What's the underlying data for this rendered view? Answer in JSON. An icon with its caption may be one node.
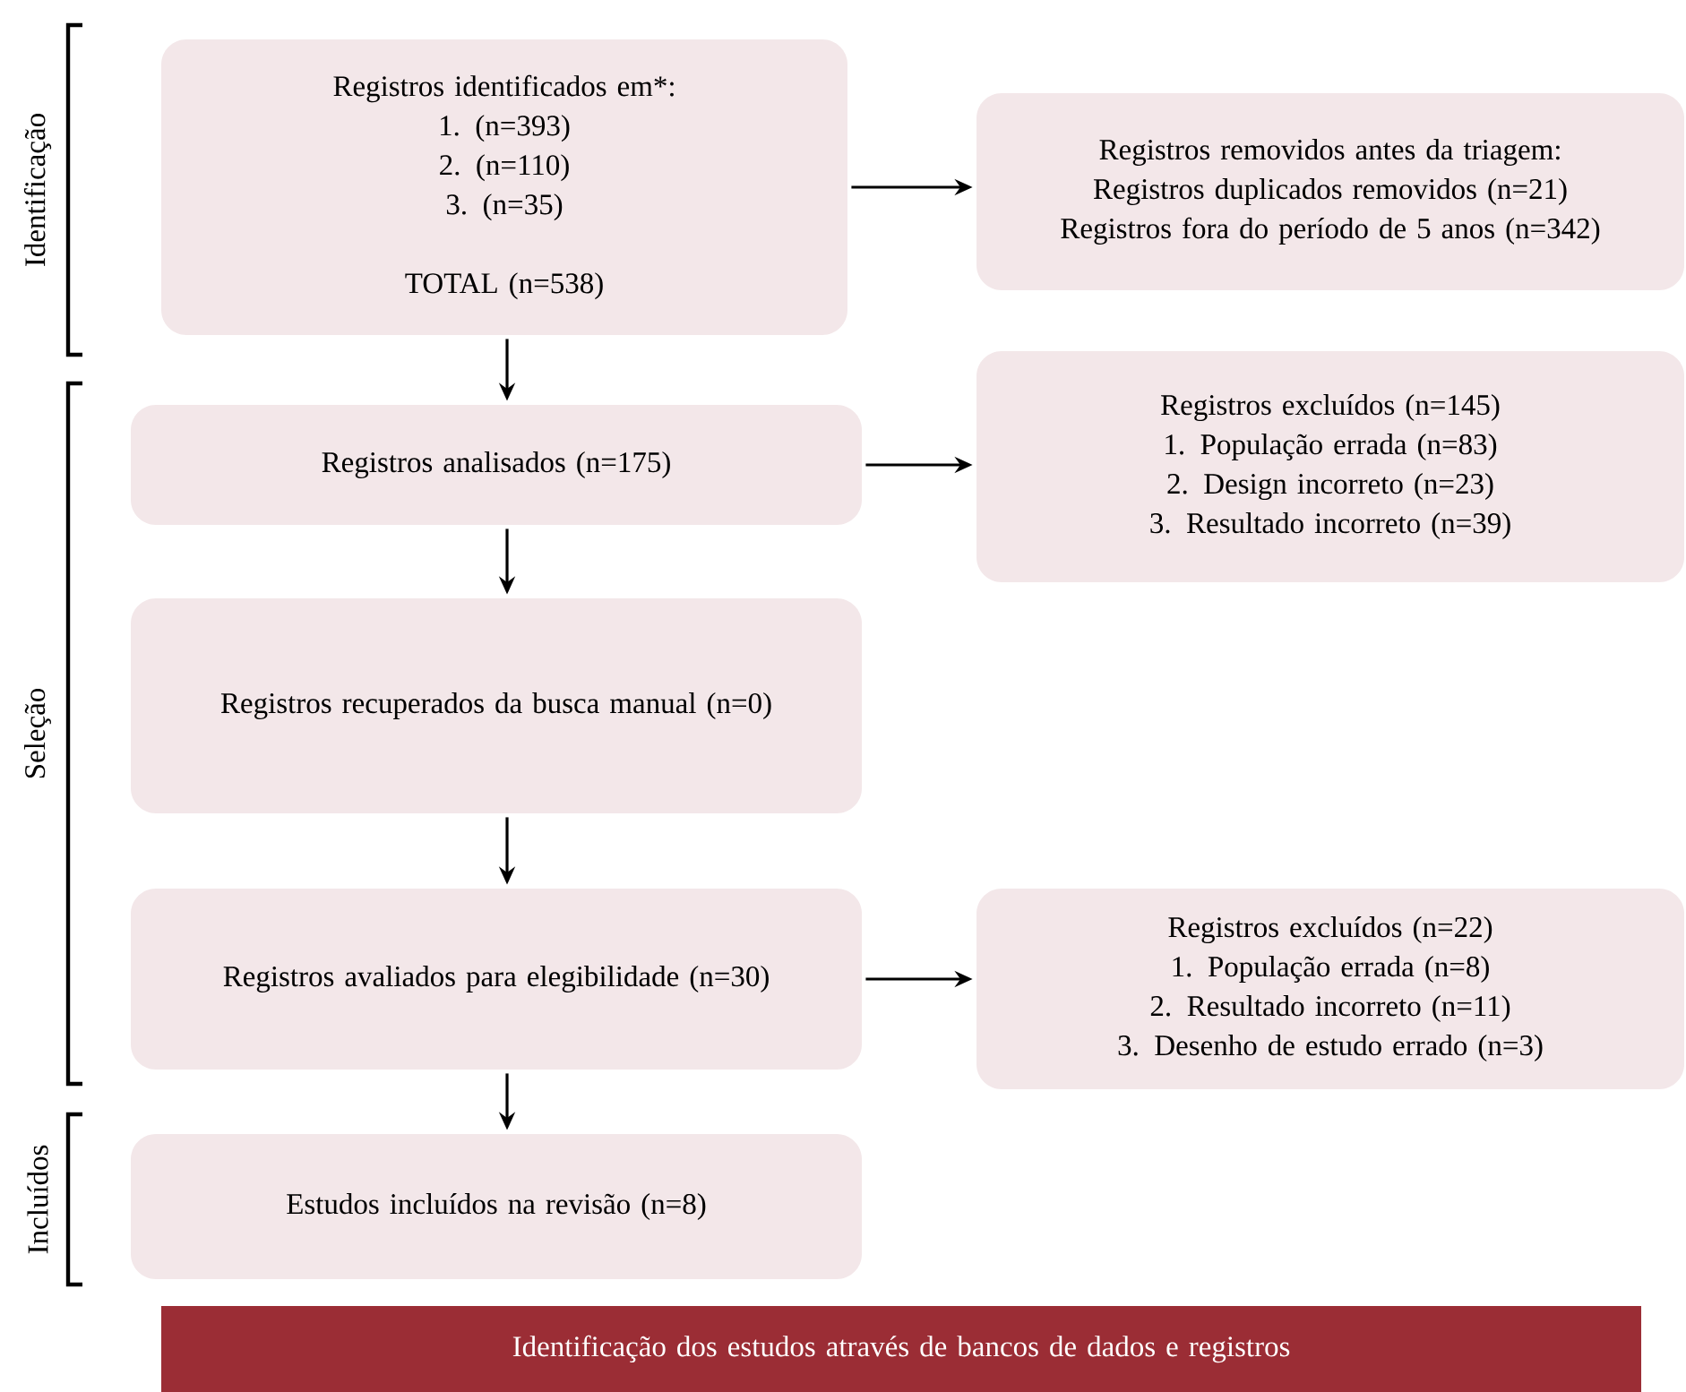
{
  "diagram": {
    "nodes": [
      {
        "text": [
          "Registros identificados em*:",
          "1. (n=393)",
          "2. (n=110)",
          "3. (n=35)",
          "TOTAL (n=538)"
        ]
      },
      {
        "text": [
          "Registros removidos antes da triagem:",
          "Registros duplicados removidos (n=21)",
          "Registros fora do período de 5 anos (n=342)"
        ]
      },
      {
        "text": [
          "Registros analisados (n=175)"
        ]
      },
      {
        "text": [
          "Registros excluídos (n=145)",
          "1. População errada (n=83)",
          "2. Design incorreto (n=23)",
          "3. Resultado incorreto (n=39)"
        ]
      },
      {
        "text": [
          "Registros recuperados da busca manual (n=0)"
        ]
      },
      {
        "text": [
          "Registros avaliados para elegibilidade (n=30)"
        ]
      },
      {
        "text": [
          "Registros excluídos (n=22)",
          "1. População errada (n=8)",
          "2. Resultado incorreto (n=11)",
          "3. Desenho de estudo errado (n=3)"
        ]
      },
      {
        "text": [
          "Estudos incluídos na revisão (n=8)"
        ]
      },
      {
        "text": [
          "Identificação dos estudos através de bancos de dados e registros"
        ]
      }
    ],
    "edges": [
      {
        "from": 0,
        "to": 1,
        "arrow": "to"
      },
      {
        "from": 0,
        "to": 2,
        "arrow": "to"
      },
      {
        "from": 2,
        "to": 3,
        "arrow": "to"
      },
      {
        "from": 2,
        "to": 4,
        "arrow": "to"
      },
      {
        "from": 4,
        "to": 5,
        "arrow": "to"
      },
      {
        "from": 5,
        "to": 6,
        "arrow": "to"
      },
      {
        "from": 5,
        "to": 7,
        "arrow": "to"
      }
    ],
    "labels": [
      "Identificação",
      "Seleção",
      "Incluídos"
    ]
  }
}
